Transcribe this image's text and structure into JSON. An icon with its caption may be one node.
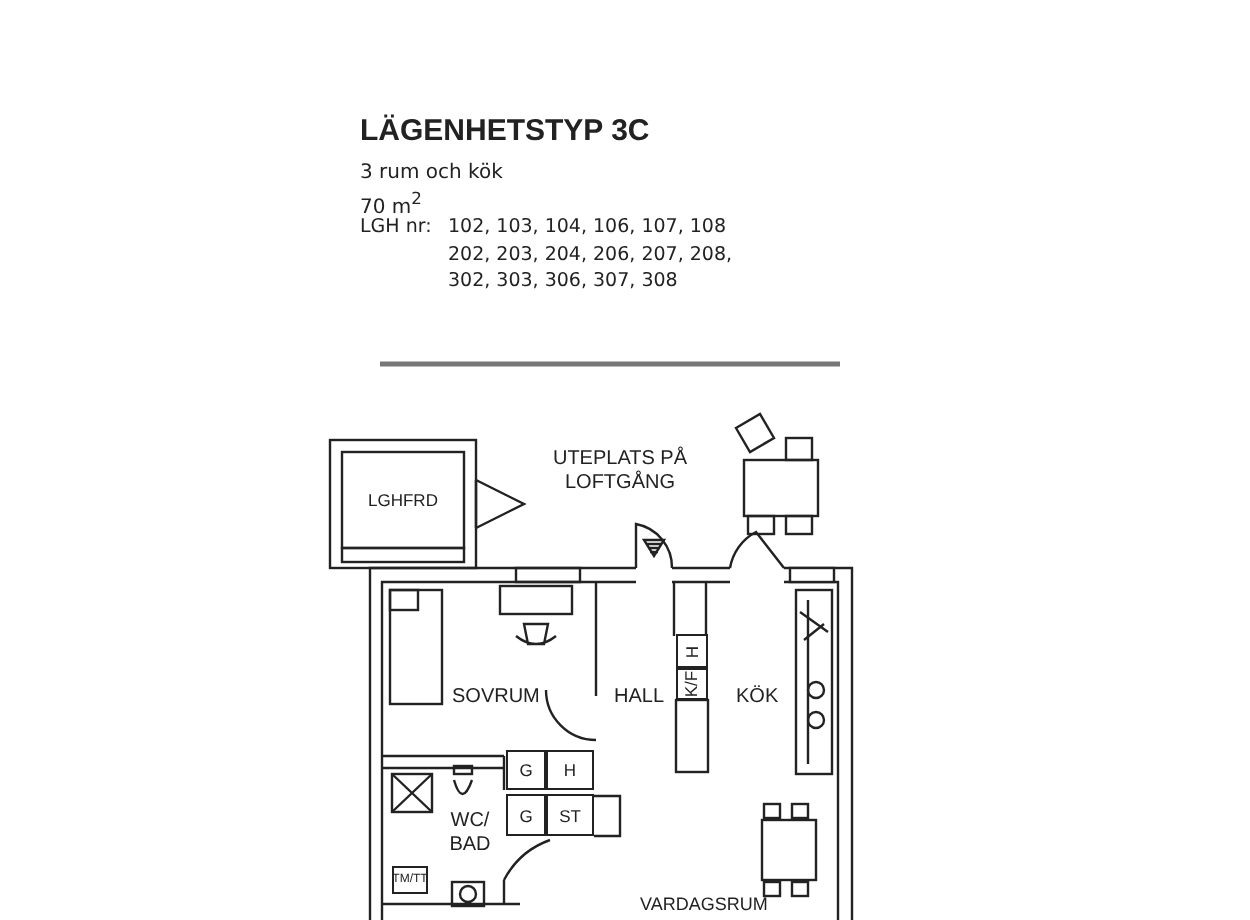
{
  "diagram": {
    "title": "LÄGENHETSTYP 3C",
    "nodes": [
      {
        "text": [
          "LGHFRD"
        ]
      },
      {
        "text": [
          "G"
        ]
      },
      {
        "text": [
          "H"
        ]
      },
      {
        "text": [
          "G"
        ]
      },
      {
        "text": [
          "ST"
        ]
      },
      {
        "text": [
          "H"
        ]
      },
      {
        "text": [
          "K/F"
        ]
      },
      {
        "text": [
          "TM/TT"
        ]
      }
    ],
    "labels": [
      "3 rum och kök",
      "70 m$^{2}$",
      "LGH nr:",
      "102, 103, 104, 106, 107, 108",
      "202, 203, 204, 206, 207, 208,",
      "302, 303, 306, 307, 308",
      "UTEPLATS PÅ LOFTGÅNG",
      "SOVRUM",
      "HALL",
      "KÖK",
      "WC/ BAD",
      "VARDAGSRUM"
    ]
  }
}
